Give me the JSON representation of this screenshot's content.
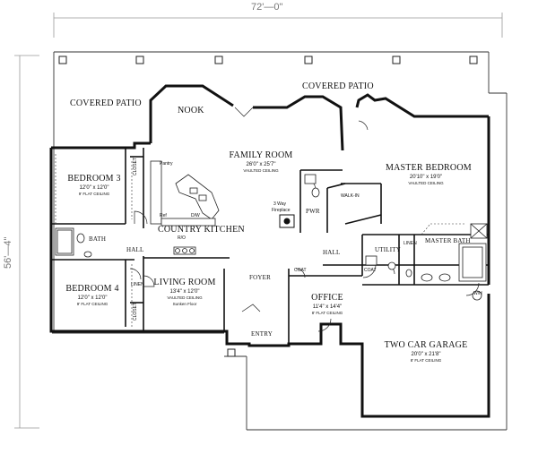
{
  "overall": {
    "width": "72'—0\"",
    "depth": "56'—4\""
  },
  "rooms": {
    "covered_patio_left": {
      "name": "COVERED PATIO"
    },
    "covered_patio_top": {
      "name": "COVERED PATIO"
    },
    "nook": {
      "name": "NOOK"
    },
    "family_room": {
      "name": "FAMILY ROOM",
      "size": "26'0\" x 25'7\"",
      "note": "VAULTED CEILING"
    },
    "master_bedroom": {
      "name": "MASTER BEDROOM",
      "size": "20'10\" x 19'0\"",
      "note": "VAULTED CEILING"
    },
    "bedroom3": {
      "name": "BEDROOM 3",
      "size": "12'0\" x 12'0\"",
      "note": "9' FLAT CEILING"
    },
    "bedroom4": {
      "name": "BEDROOM 4",
      "size": "12'0\" x 12'0\"",
      "note": "9' FLAT CEILING"
    },
    "country_kitchen": {
      "name": "COUNTRY KITCHEN"
    },
    "living_room": {
      "name": "LIVING ROOM",
      "size": "13'4\" x 12'0\"",
      "note": "VAULTED CEILING",
      "note2": "Sunken Floor"
    },
    "office": {
      "name": "OFFICE",
      "size": "11'4\" x 14'4\"",
      "note": "8' FLAT CEILING"
    },
    "garage": {
      "name": "TWO CAR GARAGE",
      "size": "20'0\" x 21'8\"",
      "note": "8' FLAT CEILING"
    },
    "master_bath": {
      "name": "MASTER BATH"
    },
    "utility": {
      "name": "UTILITY"
    },
    "bath": {
      "name": "BATH"
    },
    "hall_left": {
      "name": "HALL"
    },
    "hall_right": {
      "name": "HALL"
    },
    "foyer": {
      "name": "FOYER"
    },
    "entry": {
      "name": "ENTRY"
    },
    "pwr": {
      "name": "PWR"
    }
  },
  "small_labels": {
    "walk_in": "WALK-IN",
    "closet_b3": "CLOSET",
    "closet_b4": "CLOSET",
    "linen_left": "LINEN",
    "linen_right": "LINEN",
    "coat_foyer": "COAT",
    "coat_hall": "COAT",
    "pantry": "Pantry",
    "ref": "Ref",
    "dw": "D/W",
    "ro": "R/O",
    "fireplace_1": "3 Way",
    "fireplace_2": "Fireplace",
    "wh": "W/H"
  }
}
